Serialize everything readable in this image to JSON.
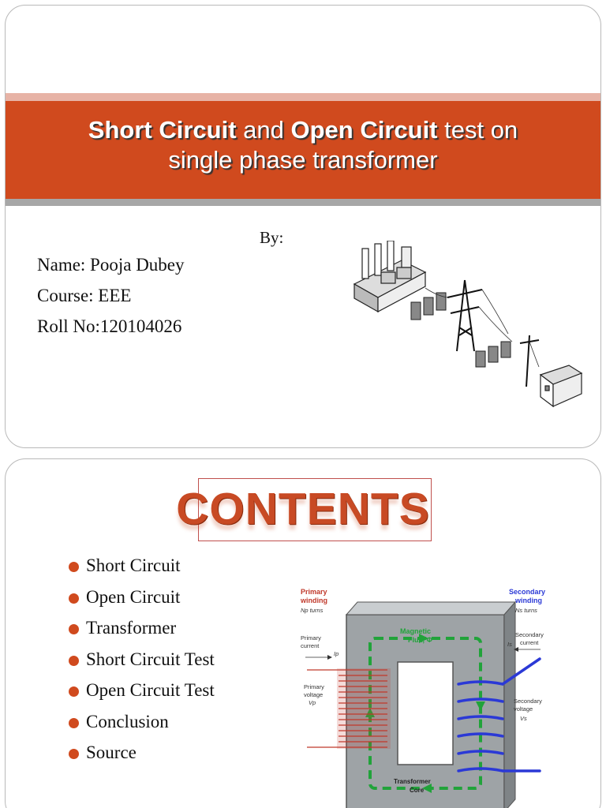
{
  "slide1": {
    "title_bold_1": "Short Circuit",
    "title_mid": " and ",
    "title_bold_2": "Open Circuit",
    "title_end": " test on",
    "title_line2": "single phase transformer",
    "by_label": "By:",
    "name": "Name: Pooja Dubey",
    "course": "Course: EEE",
    "roll": "Roll No:120104026"
  },
  "slide2": {
    "heading": "CONTENTS",
    "items": [
      "Short Circuit",
      "Open Circuit",
      "Transformer",
      "Short Circuit Test",
      "Open Circuit Test",
      "Conclusion",
      "Source"
    ],
    "diagram": {
      "primary_winding": [
        "Primary",
        "winding"
      ],
      "np_turns": "Np turns",
      "primary_current": [
        "Primary",
        "current"
      ],
      "ip": "Ip",
      "primary_voltage": [
        "Primary",
        "voltage",
        "Vp"
      ],
      "magnetic_flux": [
        "Magnetic",
        "Flux, Φ"
      ],
      "secondary_winding": [
        "Secondary",
        "winding"
      ],
      "ns_turns": "Ns turns",
      "secondary_current": [
        "Secondary",
        "current"
      ],
      "is": "Is",
      "secondary_voltage": [
        "Secondary",
        "voltage",
        "Vs"
      ],
      "core": [
        "Transformer",
        "Core"
      ]
    }
  },
  "colors": {
    "accent": "#d04a1e",
    "primary_red": "#c0392b",
    "secondary_blue": "#2b39d6",
    "flux_green": "#21a33a"
  }
}
